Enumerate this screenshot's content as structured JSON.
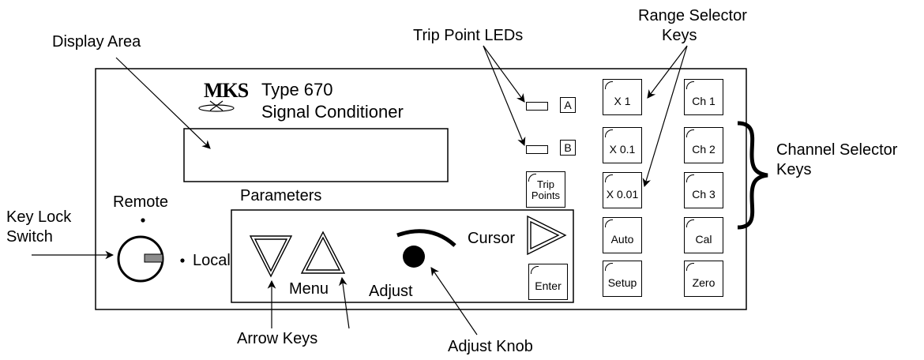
{
  "callouts": {
    "display_area": "Display Area",
    "trip_point_leds": "Trip Point LEDs",
    "range_selector_keys": [
      "Range Selector",
      "Keys"
    ],
    "channel_selector_keys": [
      "Channel Selector",
      "Keys"
    ],
    "key_lock_switch": [
      "Key Lock",
      "Switch"
    ],
    "arrow_keys": "Arrow  Keys",
    "adjust_knob": "Adjust Knob"
  },
  "panel": {
    "logo": "MKS",
    "type_label": "Type 670",
    "product_name": "Signal Conditioner",
    "trip_a": "A",
    "trip_b": "B",
    "remote_label": "Remote",
    "local_label": "Local",
    "parameters_label": "Parameters",
    "menu_label": "Menu",
    "adjust_label": "Adjust",
    "cursor_label": "Cursor",
    "enter_key": "Enter",
    "trip_points_key": [
      "Trip",
      "Points"
    ],
    "range_keys": [
      "X 1",
      "X 0.1",
      "X 0.01",
      "Auto",
      "Setup"
    ],
    "channel_keys": [
      "Ch 1",
      "Ch 2",
      "Ch 3",
      "Cal",
      "Zero"
    ]
  }
}
